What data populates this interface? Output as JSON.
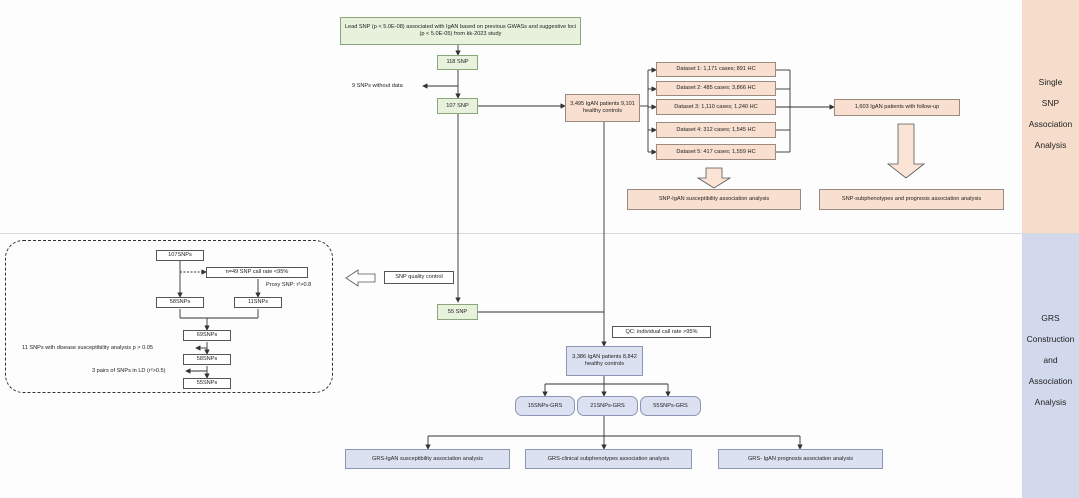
{
  "side_labels": {
    "top": [
      "Single",
      "SNP",
      "Association",
      "Analysis"
    ],
    "bottom": [
      "GRS",
      "Construction",
      "and",
      "Association",
      "Analysis"
    ]
  },
  "top": {
    "lead_snp": "Lead SNP (p < 5.0E-08) associated with IgAN based on previous GWASs and suggestive loci (p < 5.0E-05) from kk-2023 study",
    "snp_118": "118 SNP",
    "no_data": "9 SNPs without data",
    "snp_107": "107 SNP",
    "cohort": "3,495 IgAN patients 9,101 healthy controls",
    "datasets": [
      "Dataset 1: 1,171 cases; 891 HC",
      "Dataset 2: 485 cases; 3,866 HC",
      "Dataset 3: 1,110 cases; 1,240 HC",
      "Dataset 4: 312 cases; 1,545 HC",
      "Dataset 5: 417 cases; 1,559 HC"
    ],
    "followup": "1,603 IgAN patients with follow-up",
    "susceptibility": "SNP-IgAN susceptibility association analysis",
    "subphenotypes": "SNP-subphenotypes and prognosis association analysis"
  },
  "panel": {
    "snps_107": "107SNPs",
    "call_rate": "n=49 SNP call rate <95%",
    "proxy": "Proxy SNP: r²>0.8",
    "snps_58": "58SNPs",
    "snps_11": "11SNPs",
    "snps_69": "69SNPs",
    "disease_note": "11 SNPs with disease susceptibility analysis p > 0.05",
    "snps_58b": "58SNPs",
    "ld_note": "3 pairs of SNPs in LD (r²>0.5)",
    "snps_55": "55SNPs"
  },
  "bottom": {
    "qc_label": "SNP quality control",
    "snp_55": "55 SNP",
    "individual_qc": "QC: individual call rate >95%",
    "cohort": "3,386 IgAN patients 8,842 healthy controls",
    "grs": [
      "15SNPs-GRS",
      "21SNPs-GRS",
      "55SNPs-GRS"
    ],
    "analyses": [
      "GRS-IgAN susceptibility association analysis",
      "GRS-clinical subphenotypes association analysis",
      "GRS- IgAN prognosis association analysis"
    ]
  },
  "colors": {
    "green_box": "#e8f1dc",
    "peach_box": "#f8dfcf",
    "blue_box": "#dbe1f1",
    "side_top": "#f6dccb",
    "side_bottom": "#d3d9ec"
  }
}
